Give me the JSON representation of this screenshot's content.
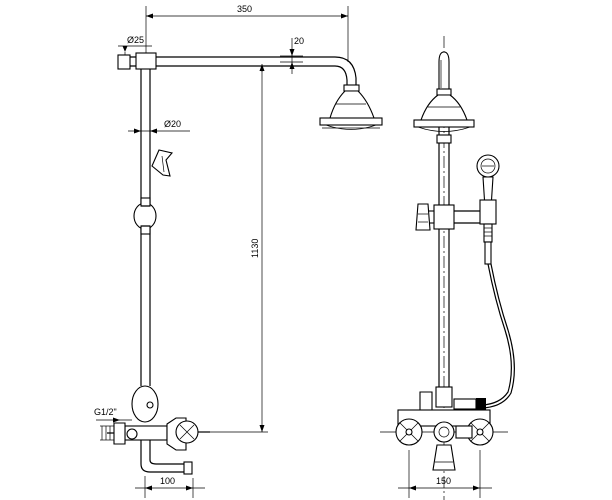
{
  "dimensions": {
    "horizontal_arm": "350",
    "arm_tube_diameter": "Ø25",
    "head_drop": "20",
    "riser_diameter": "Ø20",
    "height": "1130",
    "inlet_thread": "G1/2\"",
    "spout_reach": "100",
    "front_width": "150"
  },
  "colors": {
    "line": "#000000",
    "background": "#ffffff"
  }
}
